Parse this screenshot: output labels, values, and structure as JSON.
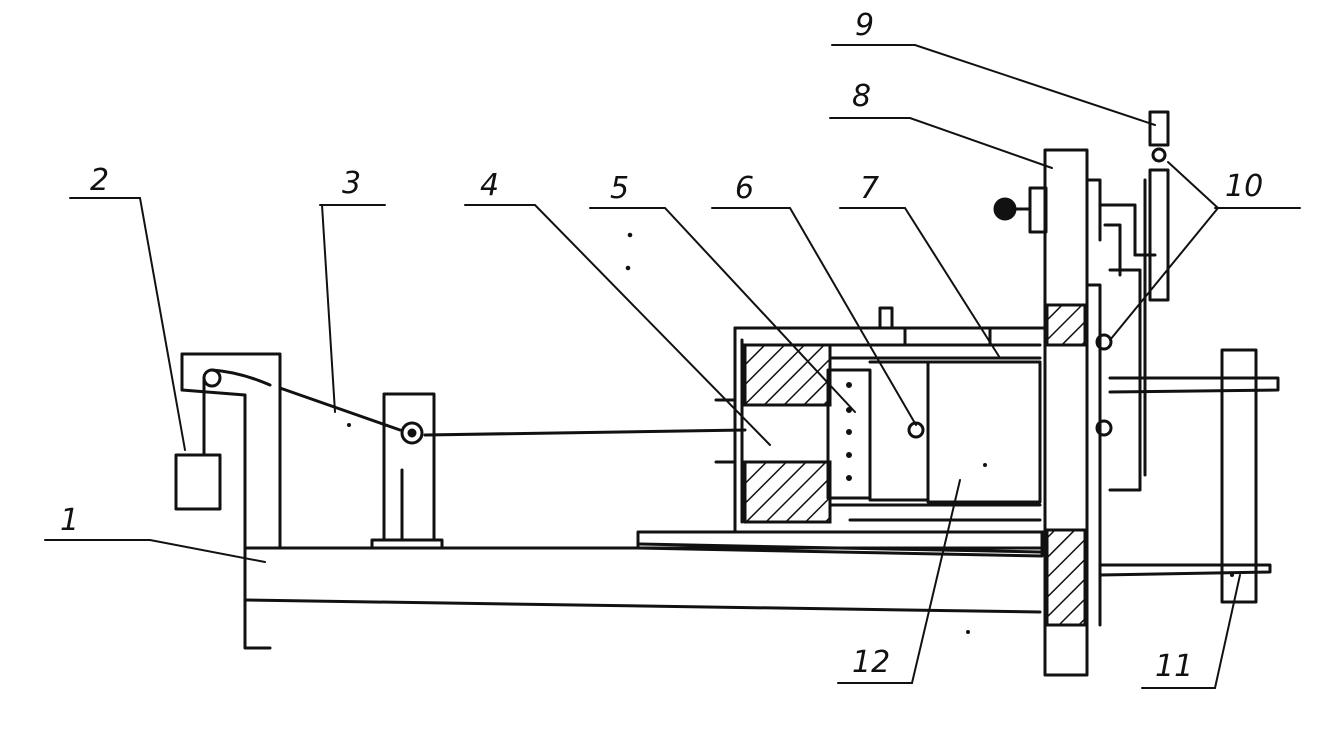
{
  "diagram": {
    "labels": {
      "l1": "1",
      "l2": "2",
      "l3": "3",
      "l4": "4",
      "l5": "5",
      "l6": "6",
      "l7": "7",
      "l8": "8",
      "l9": "9",
      "l10": "10",
      "l11": "11",
      "l12": "12"
    },
    "colors": {
      "ink": "#111111",
      "paper": "#ffffff"
    }
  }
}
